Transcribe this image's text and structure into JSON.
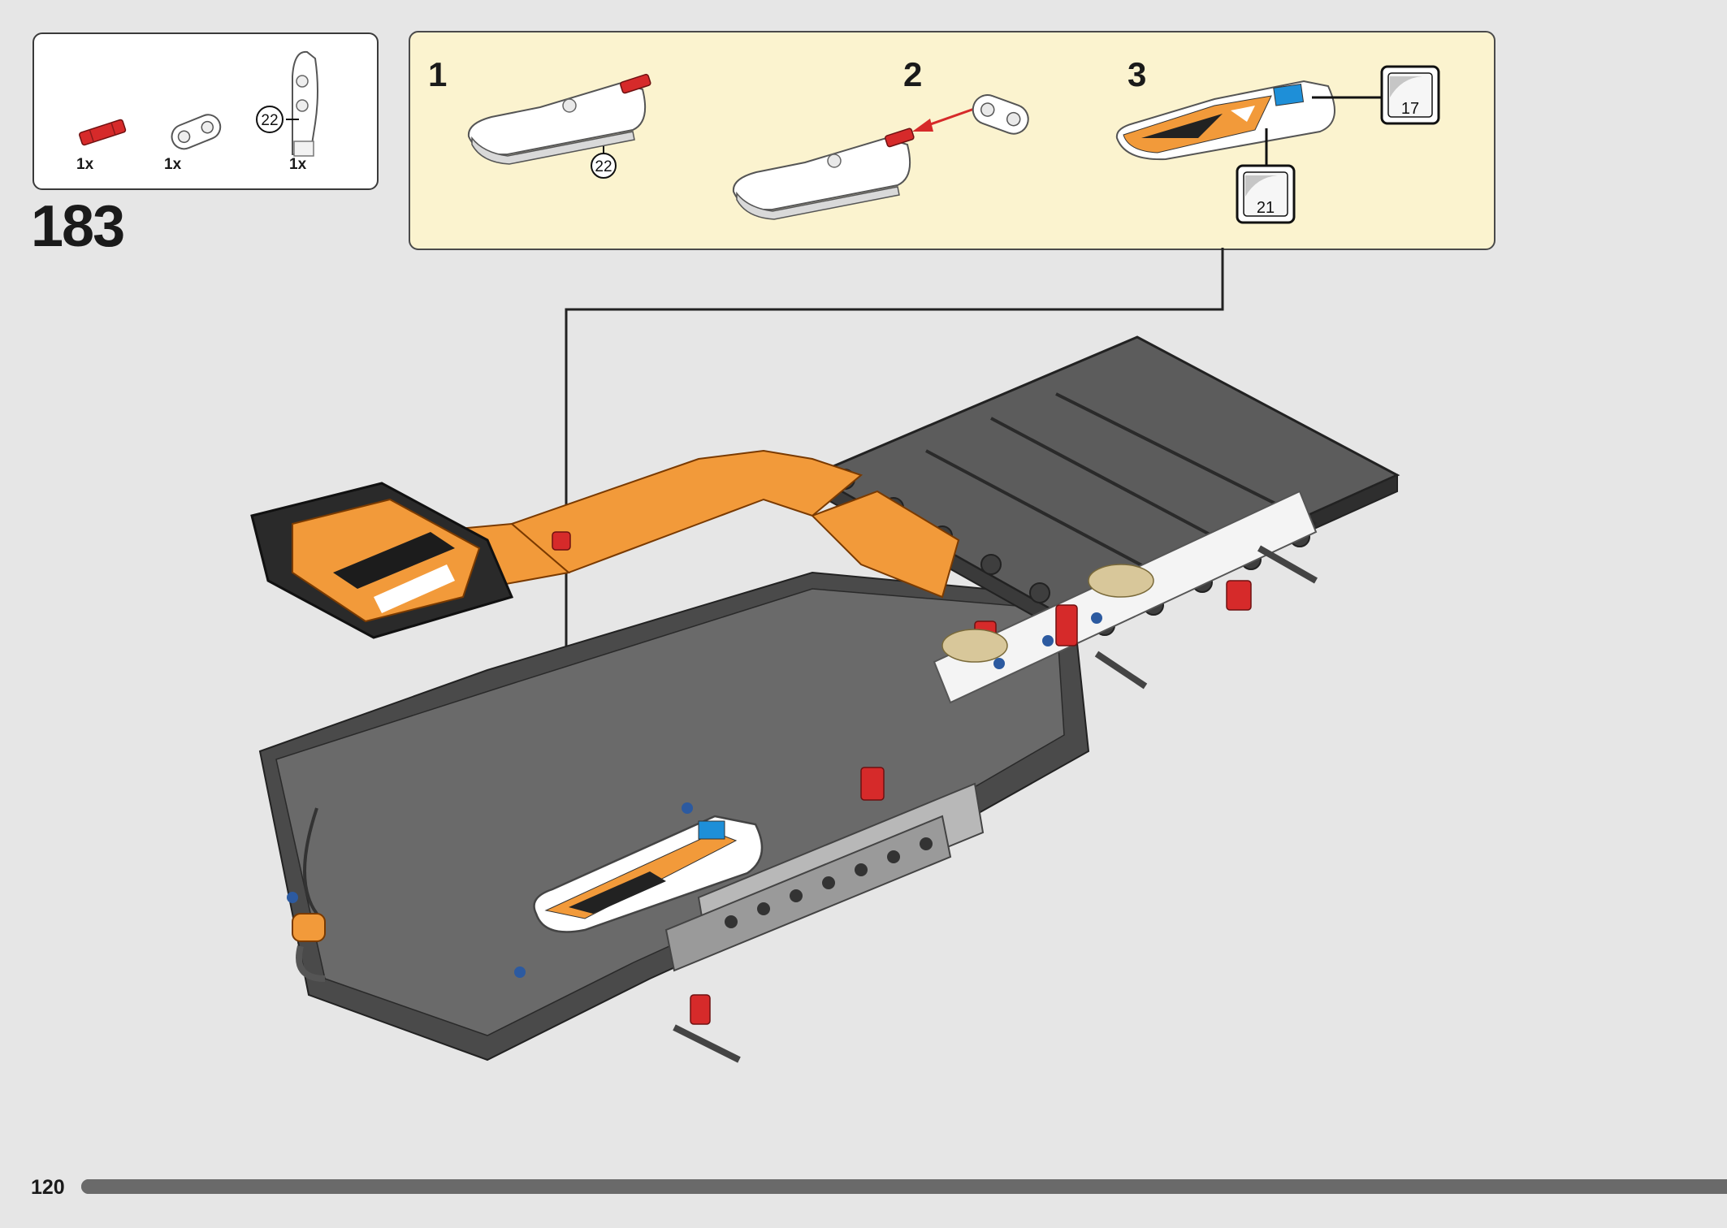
{
  "parts_list": {
    "items": [
      {
        "name": "red-axle-pin",
        "qty": "1x"
      },
      {
        "name": "white-beam-connector",
        "qty": "1x"
      },
      {
        "name": "white-panel",
        "qty": "1x",
        "sticker": "22"
      }
    ]
  },
  "step": {
    "number": "183"
  },
  "substeps": [
    {
      "label": "1",
      "sticker": "22"
    },
    {
      "label": "2"
    },
    {
      "label": "3",
      "stickers": [
        "17",
        "21"
      ]
    }
  ],
  "footer": {
    "page_number": "120",
    "progress": 1.0
  },
  "colors": {
    "background": "#e6e6e6",
    "substep_panel": "#fbf3cf",
    "orange": "#f29a3a",
    "dark_gray": "#5a5a5a",
    "black": "#222222",
    "red": "#d62a2a",
    "white": "#ffffff",
    "tan": "#d8c79a"
  }
}
